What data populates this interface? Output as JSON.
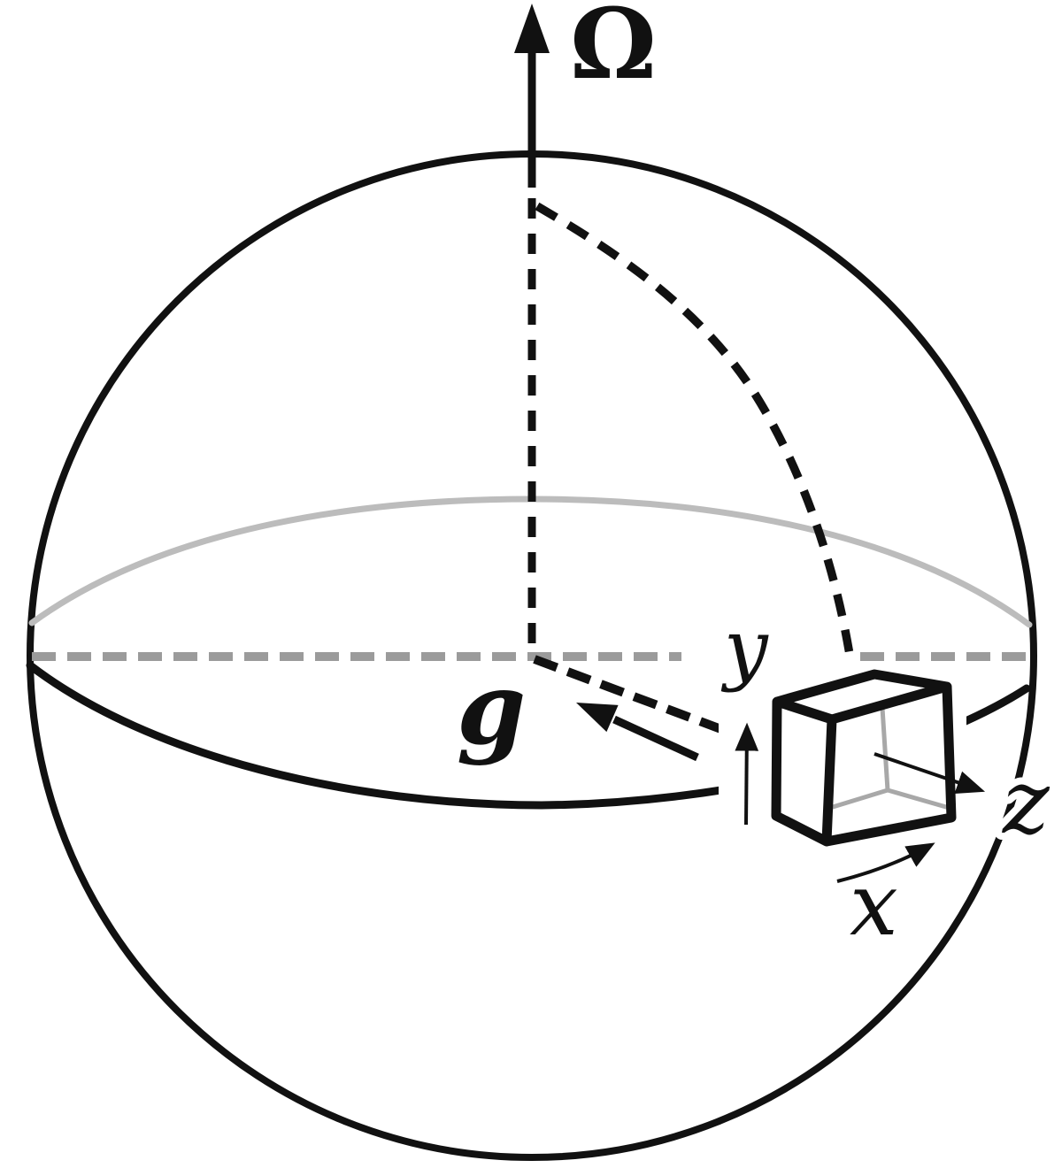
{
  "figure": {
    "type": "physics-diagram",
    "description": "Rotating sphere with angular-velocity axis Omega, equatorial plane, gravity vector g pointing toward the center, and a small box on the surface carrying a local x-y-z coordinate frame",
    "labels": {
      "rotation_axis": "Ω",
      "gravity_vector": "g",
      "axis_x": "x",
      "axis_y": "y",
      "axis_z": "z"
    },
    "elements": {
      "sphere_outline": "large circle",
      "equator_back": "gray arc (far half of equator)",
      "equator_front": "black arc (near half of equator)",
      "equator_diameter": "gray dashed horizontal diameter",
      "rotation_axis_arrow": "vertical arrow through pole, dashed inside sphere",
      "meridian_arc": "black dashed arc from pole to surface box",
      "radial_line": "black dashed line from center toward surface box",
      "gravity_arrow": "thick black arrow pointing from box toward center",
      "surface_box": "white wireframe cuboid on the surface",
      "frame_arrows": "thin arrows for local x, y, z axes"
    },
    "colors": {
      "ink": "#111111",
      "equator_back_gray": "#bcbcbc",
      "equator_line_gray": "#9b9b9b",
      "hidden_edge_gray": "#a8a8a8",
      "background": "#ffffff"
    }
  }
}
